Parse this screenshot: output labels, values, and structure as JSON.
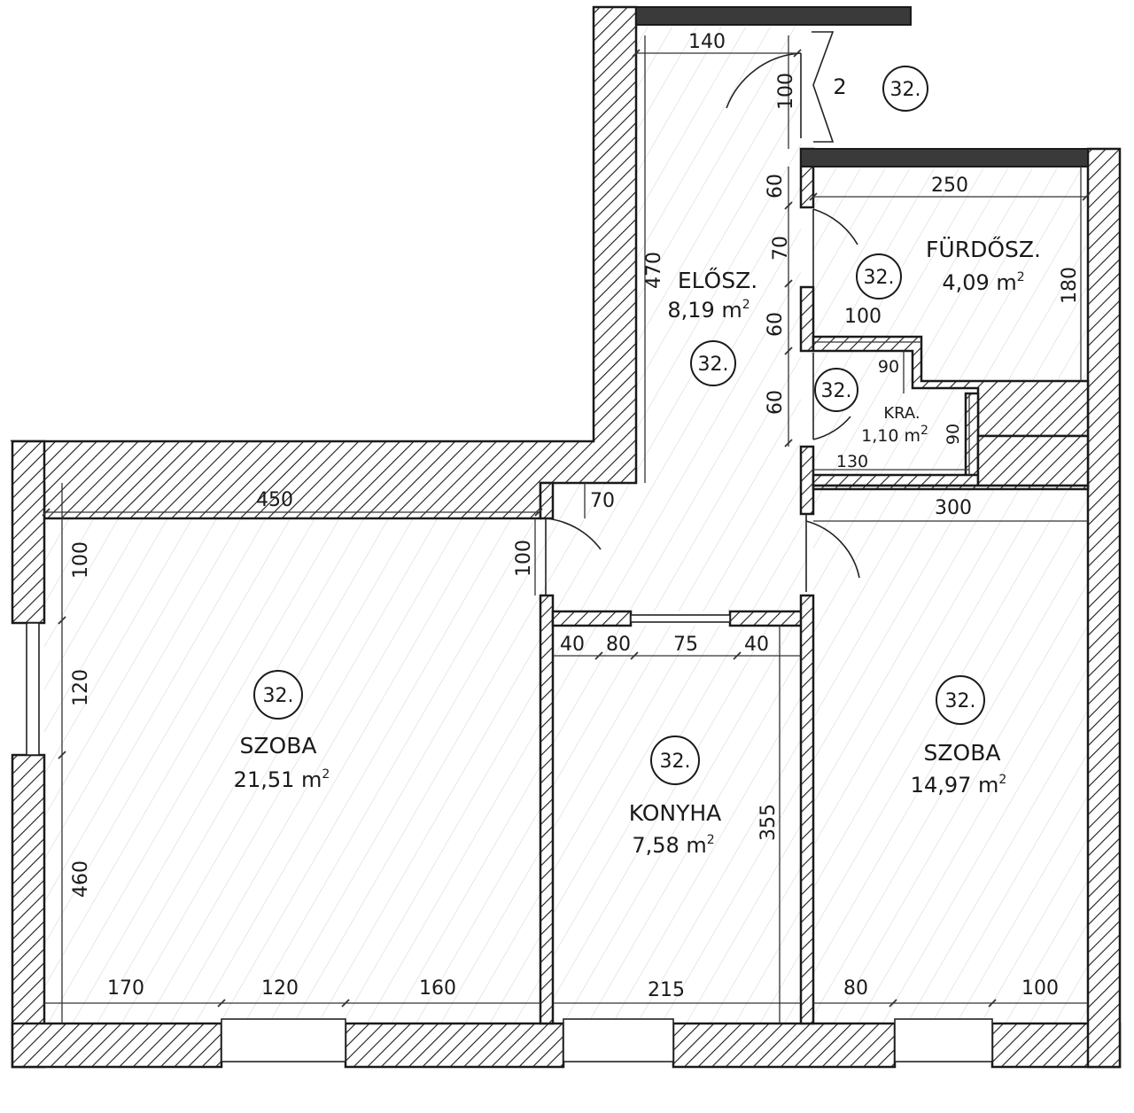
{
  "rooms": {
    "hall": {
      "number": "32.",
      "name": "ELŐSZ.",
      "area": "8,19 m",
      "unit_sup": "2"
    },
    "bath": {
      "number": "32.",
      "name": "FÜRDŐSZ.",
      "area": "4,09 m",
      "unit_sup": "2"
    },
    "wc": {
      "number": "32.",
      "name": "KRA.",
      "area": "1,10 m",
      "unit_sup": "2"
    },
    "room_left": {
      "number": "32.",
      "name": "SZOBA",
      "area": "21,51 m",
      "unit_sup": "2"
    },
    "kitchen": {
      "number": "32.",
      "name": "KONYHA",
      "area": "7,58 m",
      "unit_sup": "2"
    },
    "room_right": {
      "number": "32.",
      "name": "SZOBA",
      "area": "14,97 m",
      "unit_sup": "2"
    },
    "entrance": {
      "number": "32.",
      "door_label": "2"
    }
  },
  "dimensions": {
    "entry_width": "140",
    "entry_door": "100",
    "hall_length": "470",
    "bath_width": "250",
    "bath_depth": "180",
    "hall_wall_1": "60",
    "bath_door": "70",
    "hall_wall_2": "60",
    "wc_wall": "60",
    "bath_step": "100",
    "wc_step_w": "90",
    "wc_step_h": "90",
    "wc_width": "130",
    "room_left_width": "450",
    "door_offset": "70",
    "door_left": "100",
    "room_left_h1": "100",
    "room_left_h2": "120",
    "room_left_h3": "460",
    "kitchen_40a": "40",
    "kitchen_80": "80",
    "kitchen_75": "75",
    "kitchen_40b": "40",
    "kitchen_depth": "355",
    "room_right_width": "300",
    "room_left_170": "170",
    "room_left_120": "120",
    "room_left_160": "160",
    "kitchen_width": "215",
    "room_right_80": "80",
    "room_right_100": "100"
  }
}
